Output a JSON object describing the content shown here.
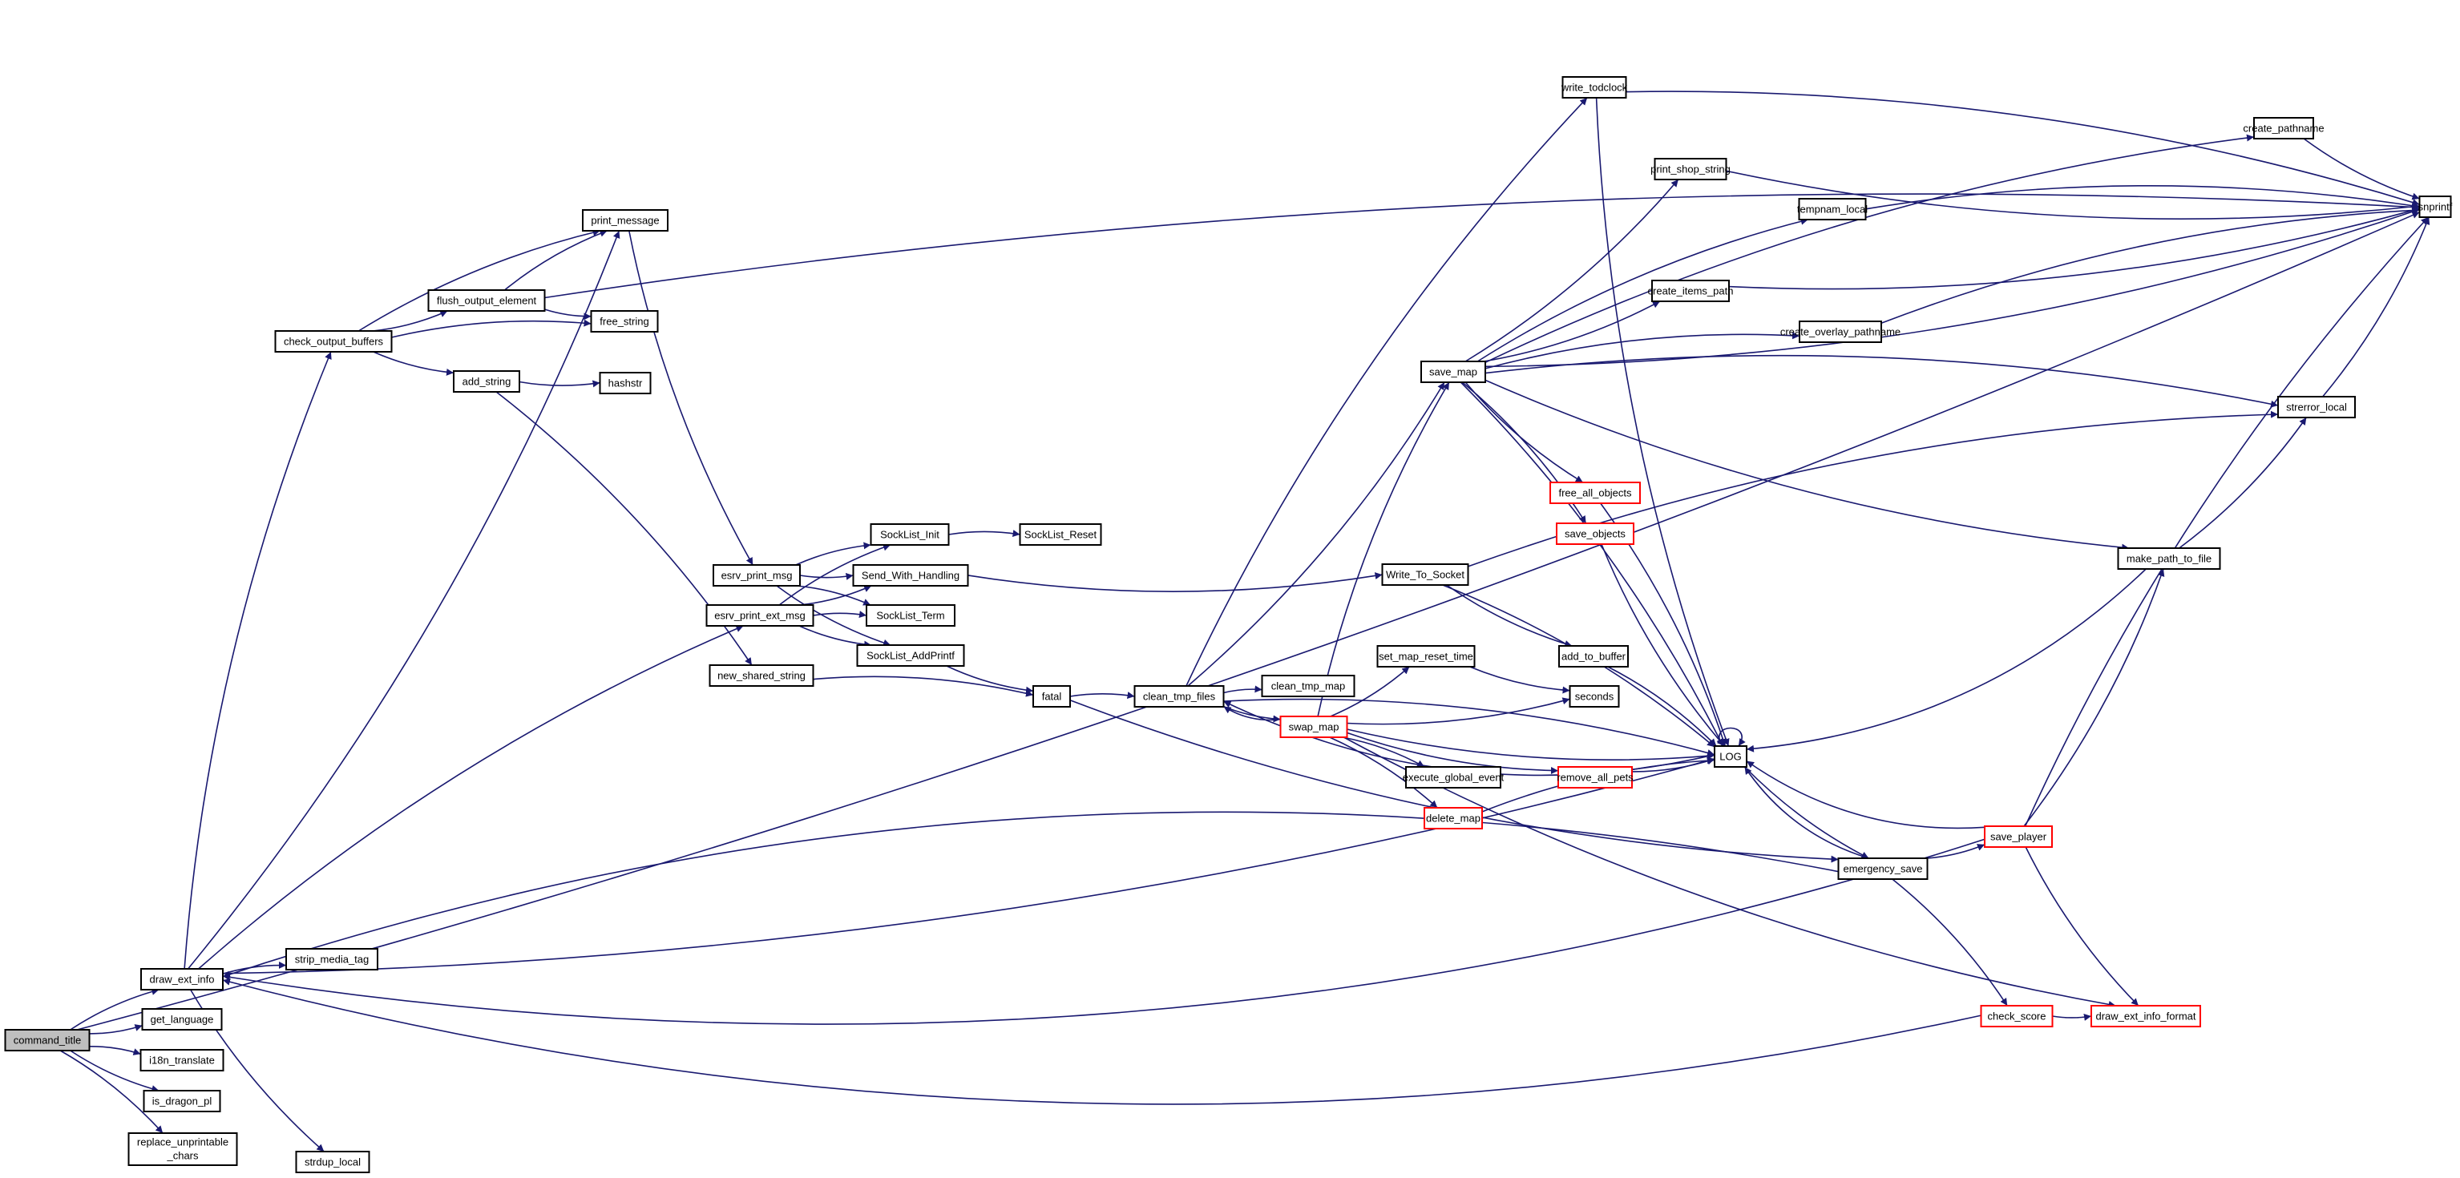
{
  "title": "command_title call graph",
  "colors": {
    "edge": "#191970",
    "node_border": "#000000",
    "truncated_border": "#ff0000",
    "root_fill": "#bfbfbf",
    "node_fill": "#ffffff"
  },
  "nodes": [
    {
      "id": "command_title",
      "label": "command_title",
      "root": true
    },
    {
      "id": "draw_ext_info",
      "label": "draw_ext_info"
    },
    {
      "id": "get_language",
      "label": "get_language"
    },
    {
      "id": "i18n_translate",
      "label": "i18n_translate"
    },
    {
      "id": "is_dragon_pl",
      "label": "is_dragon_pl"
    },
    {
      "id": "replace_unprintable_chars",
      "label": "replace_unprintable",
      "label2": "_chars"
    },
    {
      "id": "strip_media_tag",
      "label": "strip_media_tag"
    },
    {
      "id": "strdup_local",
      "label": "strdup_local"
    },
    {
      "id": "check_output_buffers",
      "label": "check_output_buffers"
    },
    {
      "id": "print_message",
      "label": "print_message"
    },
    {
      "id": "flush_output_element",
      "label": "flush_output_element"
    },
    {
      "id": "free_string",
      "label": "free_string"
    },
    {
      "id": "add_string",
      "label": "add_string"
    },
    {
      "id": "hashstr",
      "label": "hashstr"
    },
    {
      "id": "esrv_print_msg",
      "label": "esrv_print_msg"
    },
    {
      "id": "esrv_print_ext_msg",
      "label": "esrv_print_ext_msg"
    },
    {
      "id": "new_shared_string",
      "label": "new_shared_string"
    },
    {
      "id": "SockList_Init",
      "label": "SockList_Init"
    },
    {
      "id": "SockList_Reset",
      "label": "SockList_Reset"
    },
    {
      "id": "Send_With_Handling",
      "label": "Send_With_Handling"
    },
    {
      "id": "SockList_Term",
      "label": "SockList_Term"
    },
    {
      "id": "SockList_AddPrintf",
      "label": "SockList_AddPrintf"
    },
    {
      "id": "fatal",
      "label": "fatal"
    },
    {
      "id": "clean_tmp_files",
      "label": "clean_tmp_files"
    },
    {
      "id": "clean_tmp_map",
      "label": "clean_tmp_map"
    },
    {
      "id": "swap_map",
      "label": "swap_map",
      "truncated": true
    },
    {
      "id": "write_todclock",
      "label": "write_todclock"
    },
    {
      "id": "save_map",
      "label": "save_map"
    },
    {
      "id": "print_shop_string",
      "label": "print_shop_string"
    },
    {
      "id": "tempnam_local",
      "label": "tempnam_local"
    },
    {
      "id": "create_items_path",
      "label": "create_items_path"
    },
    {
      "id": "create_overlay_pathname",
      "label": "create_overlay_pathname"
    },
    {
      "id": "create_pathname",
      "label": "create_pathname"
    },
    {
      "id": "free_all_objects",
      "label": "free_all_objects",
      "truncated": true
    },
    {
      "id": "save_objects",
      "label": "save_objects",
      "truncated": true
    },
    {
      "id": "Write_To_Socket",
      "label": "Write_To_Socket"
    },
    {
      "id": "set_map_reset_time",
      "label": "set_map_reset_time"
    },
    {
      "id": "add_to_buffer",
      "label": "add_to_buffer"
    },
    {
      "id": "seconds",
      "label": "seconds"
    },
    {
      "id": "execute_global_event",
      "label": "execute_global_event"
    },
    {
      "id": "remove_all_pets",
      "label": "remove_all_pets",
      "truncated": true
    },
    {
      "id": "delete_map",
      "label": "delete_map",
      "truncated": true
    },
    {
      "id": "LOG",
      "label": "LOG"
    },
    {
      "id": "emergency_save",
      "label": "emergency_save"
    },
    {
      "id": "save_player",
      "label": "save_player",
      "truncated": true
    },
    {
      "id": "check_score",
      "label": "check_score",
      "truncated": true
    },
    {
      "id": "draw_ext_info_format",
      "label": "draw_ext_info_format",
      "truncated": true
    },
    {
      "id": "make_path_to_file",
      "label": "make_path_to_file"
    },
    {
      "id": "strerror_local",
      "label": "strerror_local"
    },
    {
      "id": "snprintf",
      "label": "snprintf"
    }
  ],
  "edges": [
    [
      "command_title",
      "draw_ext_info"
    ],
    [
      "command_title",
      "get_language"
    ],
    [
      "command_title",
      "i18n_translate"
    ],
    [
      "command_title",
      "is_dragon_pl"
    ],
    [
      "command_title",
      "replace_unprintable_chars"
    ],
    [
      "command_title",
      "snprintf"
    ],
    [
      "draw_ext_info",
      "strip_media_tag"
    ],
    [
      "draw_ext_info",
      "strdup_local"
    ],
    [
      "draw_ext_info",
      "check_output_buffers"
    ],
    [
      "draw_ext_info",
      "print_message"
    ],
    [
      "draw_ext_info",
      "esrv_print_ext_msg"
    ],
    [
      "draw_ext_info",
      "LOG"
    ],
    [
      "check_output_buffers",
      "print_message"
    ],
    [
      "check_output_buffers",
      "flush_output_element"
    ],
    [
      "check_output_buffers",
      "free_string"
    ],
    [
      "check_output_buffers",
      "add_string"
    ],
    [
      "flush_output_element",
      "print_message"
    ],
    [
      "flush_output_element",
      "free_string"
    ],
    [
      "flush_output_element",
      "snprintf"
    ],
    [
      "add_string",
      "hashstr"
    ],
    [
      "add_string",
      "new_shared_string"
    ],
    [
      "print_message",
      "esrv_print_msg"
    ],
    [
      "esrv_print_msg",
      "SockList_Init"
    ],
    [
      "esrv_print_msg",
      "Send_With_Handling"
    ],
    [
      "esrv_print_msg",
      "SockList_Term"
    ],
    [
      "esrv_print_msg",
      "SockList_AddPrintf"
    ],
    [
      "esrv_print_ext_msg",
      "SockList_Init"
    ],
    [
      "esrv_print_ext_msg",
      "Send_With_Handling"
    ],
    [
      "esrv_print_ext_msg",
      "SockList_Term"
    ],
    [
      "esrv_print_ext_msg",
      "SockList_AddPrintf"
    ],
    [
      "SockList_Init",
      "SockList_Reset"
    ],
    [
      "SockList_AddPrintf",
      "fatal"
    ],
    [
      "new_shared_string",
      "fatal"
    ],
    [
      "Send_With_Handling",
      "Write_To_Socket"
    ],
    [
      "fatal",
      "clean_tmp_files"
    ],
    [
      "fatal",
      "emergency_save"
    ],
    [
      "clean_tmp_files",
      "clean_tmp_map"
    ],
    [
      "clean_tmp_files",
      "swap_map"
    ],
    [
      "clean_tmp_files",
      "write_todclock"
    ],
    [
      "clean_tmp_files",
      "save_map"
    ],
    [
      "clean_tmp_files",
      "LOG"
    ],
    [
      "swap_map",
      "set_map_reset_time"
    ],
    [
      "swap_map",
      "save_map"
    ],
    [
      "swap_map",
      "seconds"
    ],
    [
      "swap_map",
      "execute_global_event"
    ],
    [
      "swap_map",
      "remove_all_pets"
    ],
    [
      "swap_map",
      "delete_map"
    ],
    [
      "swap_map",
      "LOG"
    ],
    [
      "swap_map",
      "clean_tmp_files"
    ],
    [
      "swap_map",
      "draw_ext_info_format"
    ],
    [
      "write_todclock",
      "snprintf"
    ],
    [
      "write_todclock",
      "LOG"
    ],
    [
      "save_map",
      "create_pathname"
    ],
    [
      "save_map",
      "print_shop_string"
    ],
    [
      "save_map",
      "tempnam_local"
    ],
    [
      "save_map",
      "create_items_path"
    ],
    [
      "save_map",
      "create_overlay_pathname"
    ],
    [
      "save_map",
      "snprintf"
    ],
    [
      "save_map",
      "strerror_local"
    ],
    [
      "save_map",
      "free_all_objects"
    ],
    [
      "save_map",
      "save_objects"
    ],
    [
      "save_map",
      "make_path_to_file"
    ],
    [
      "save_map",
      "LOG"
    ],
    [
      "print_shop_string",
      "snprintf"
    ],
    [
      "tempnam_local",
      "snprintf"
    ],
    [
      "create_items_path",
      "snprintf"
    ],
    [
      "create_overlay_pathname",
      "snprintf"
    ],
    [
      "create_pathname",
      "snprintf"
    ],
    [
      "free_all_objects",
      "LOG"
    ],
    [
      "save_objects",
      "LOG"
    ],
    [
      "Write_To_Socket",
      "strerror_local"
    ],
    [
      "Write_To_Socket",
      "add_to_buffer"
    ],
    [
      "Write_To_Socket",
      "LOG"
    ],
    [
      "set_map_reset_time",
      "seconds"
    ],
    [
      "add_to_buffer",
      "LOG"
    ],
    [
      "remove_all_pets",
      "LOG"
    ],
    [
      "delete_map",
      "LOG"
    ],
    [
      "LOG",
      "LOG"
    ],
    [
      "LOG",
      "clean_tmp_files"
    ],
    [
      "LOG",
      "emergency_save"
    ],
    [
      "emergency_save",
      "LOG"
    ],
    [
      "emergency_save",
      "save_player"
    ],
    [
      "emergency_save",
      "check_score"
    ],
    [
      "emergency_save",
      "draw_ext_info"
    ],
    [
      "save_player",
      "LOG"
    ],
    [
      "save_player",
      "make_path_to_file"
    ],
    [
      "save_player",
      "snprintf"
    ],
    [
      "save_player",
      "draw_ext_info_format"
    ],
    [
      "save_player",
      "draw_ext_info"
    ],
    [
      "check_score",
      "draw_ext_info_format"
    ],
    [
      "check_score",
      "draw_ext_info"
    ],
    [
      "make_path_to_file",
      "strerror_local"
    ],
    [
      "make_path_to_file",
      "LOG"
    ],
    [
      "strerror_local",
      "snprintf"
    ]
  ]
}
